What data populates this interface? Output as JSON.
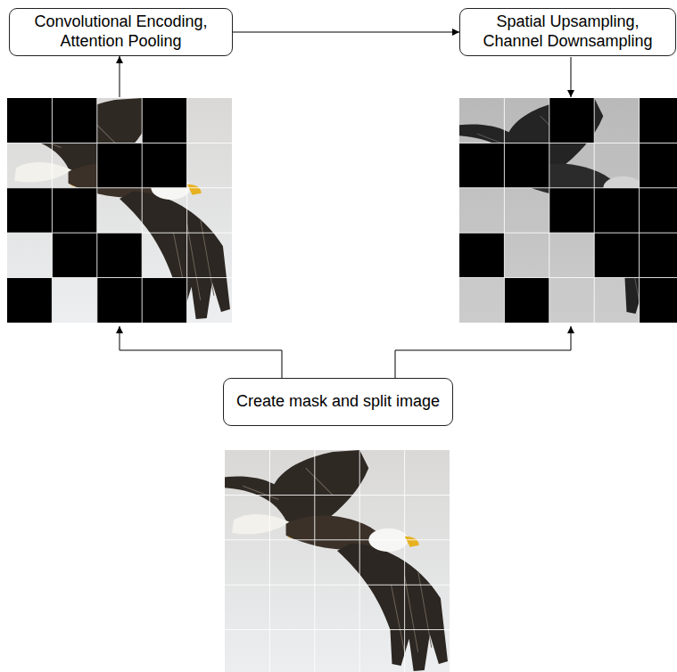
{
  "diagram": {
    "nodes": [
      {
        "text": [
          "Convolutional Encoding, Attention Pooling"
        ]
      },
      {
        "text": [
          "Spatial Upsampling, Channel Downsampling"
        ]
      },
      {
        "text": [
          "Create mask and split image"
        ]
      }
    ],
    "edges": [
      {
        "from": 0,
        "to": 1,
        "arrow": "to"
      }
    ]
  }
}
